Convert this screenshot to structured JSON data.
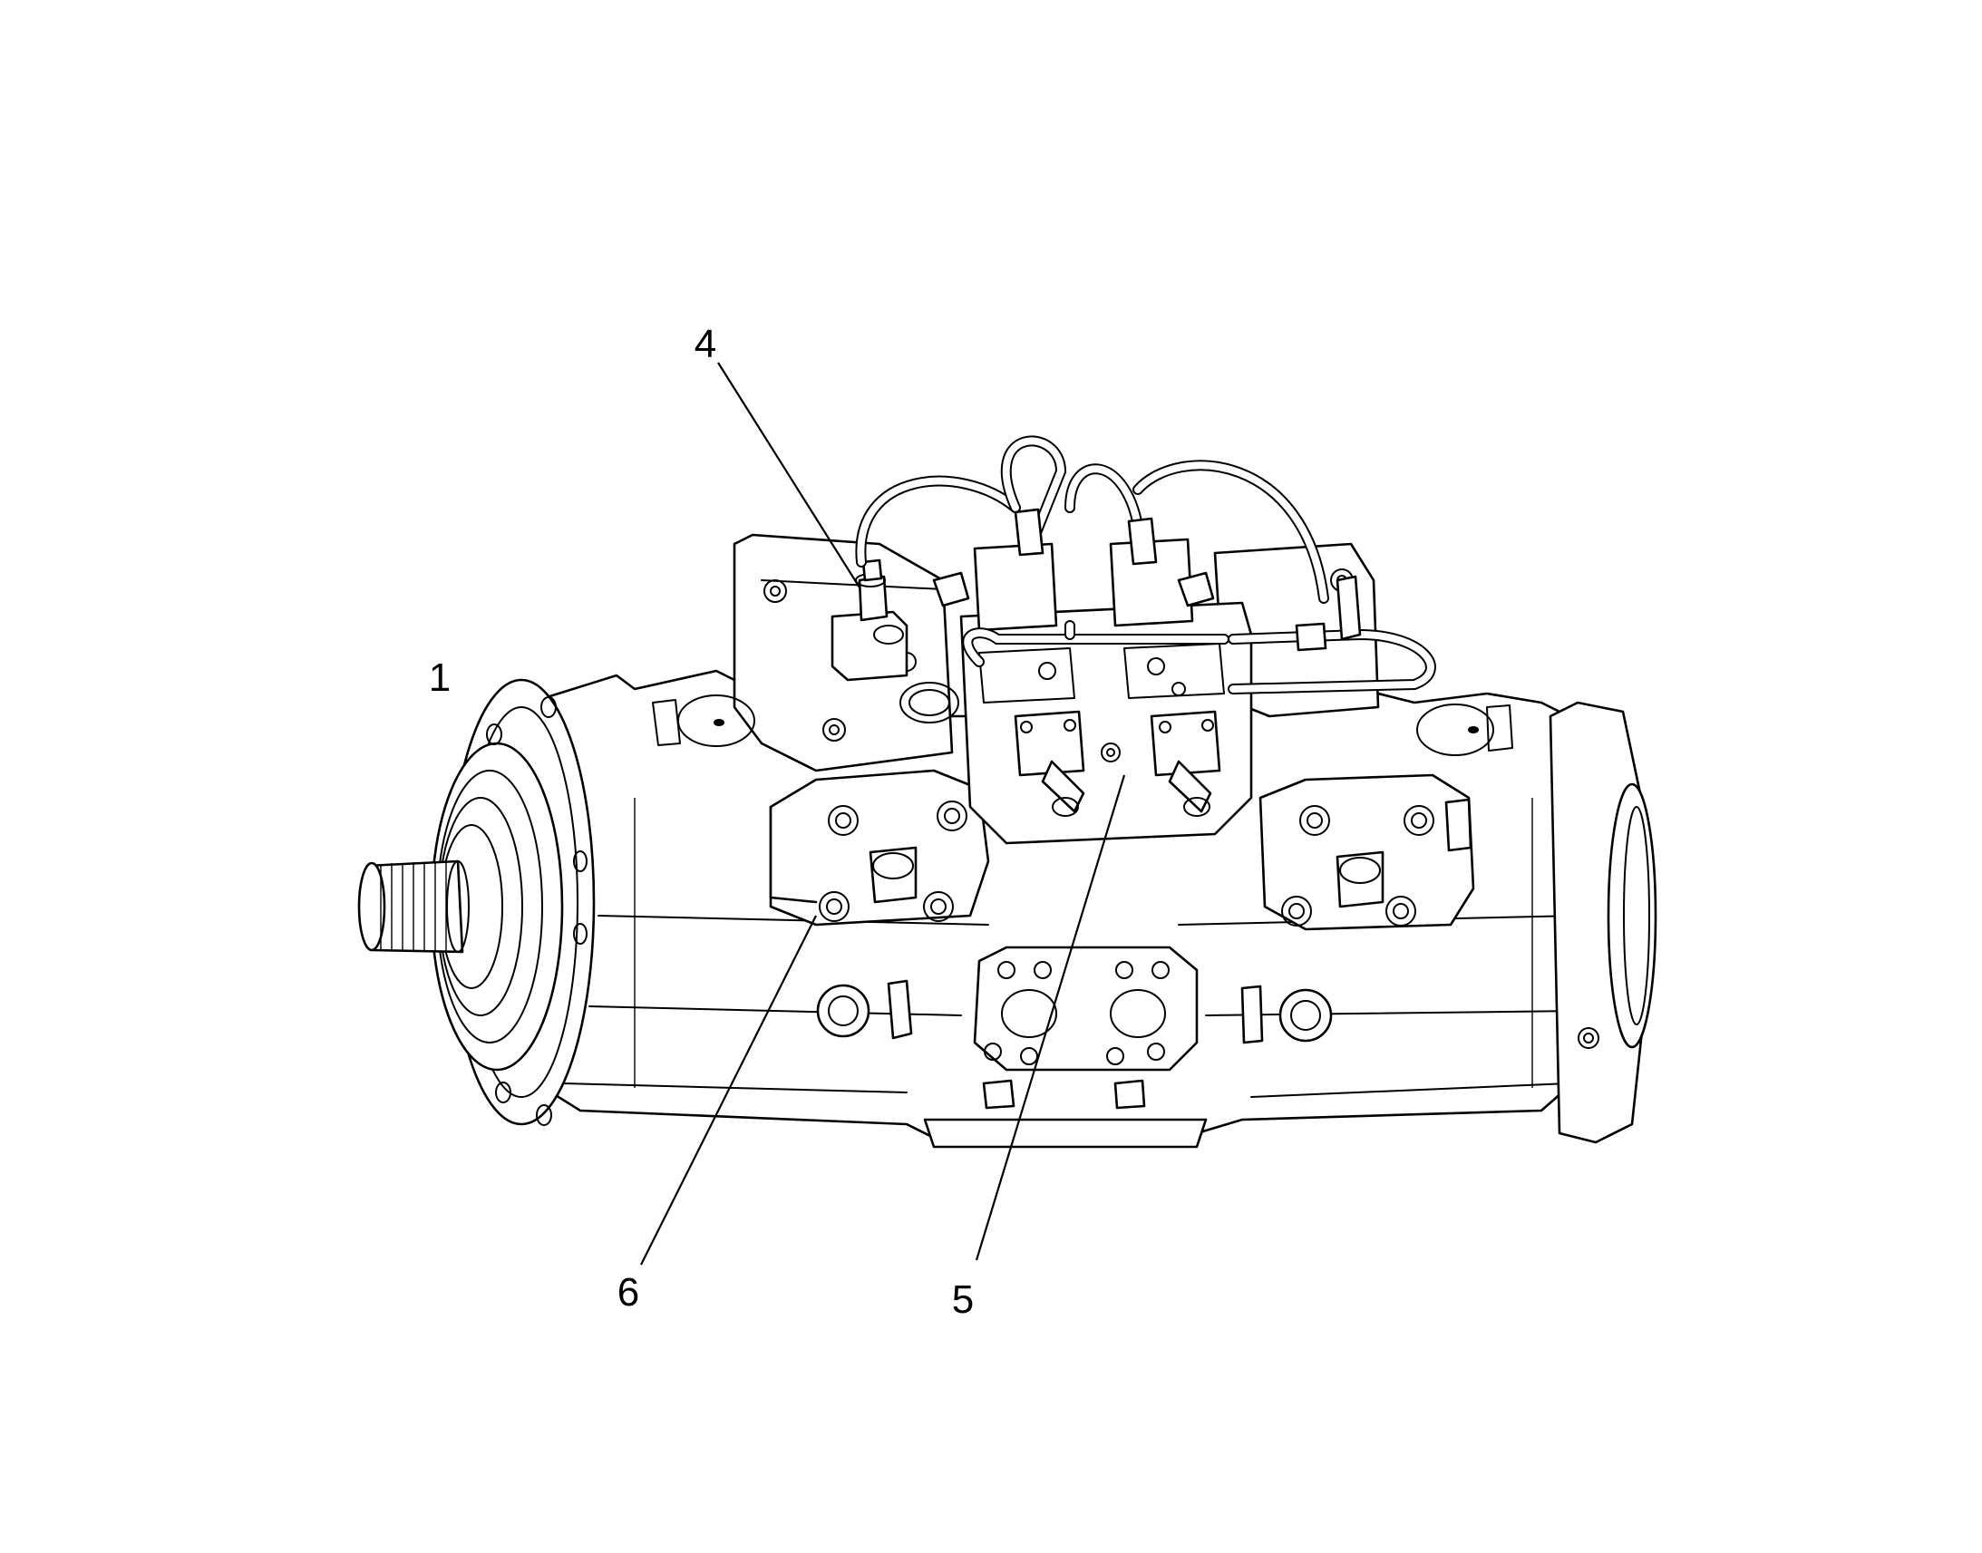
{
  "diagram": {
    "callouts": [
      {
        "id": "c1",
        "label": "1"
      },
      {
        "id": "c4",
        "label": "4"
      },
      {
        "id": "c5",
        "label": "5"
      },
      {
        "id": "c6",
        "label": "6"
      }
    ]
  }
}
